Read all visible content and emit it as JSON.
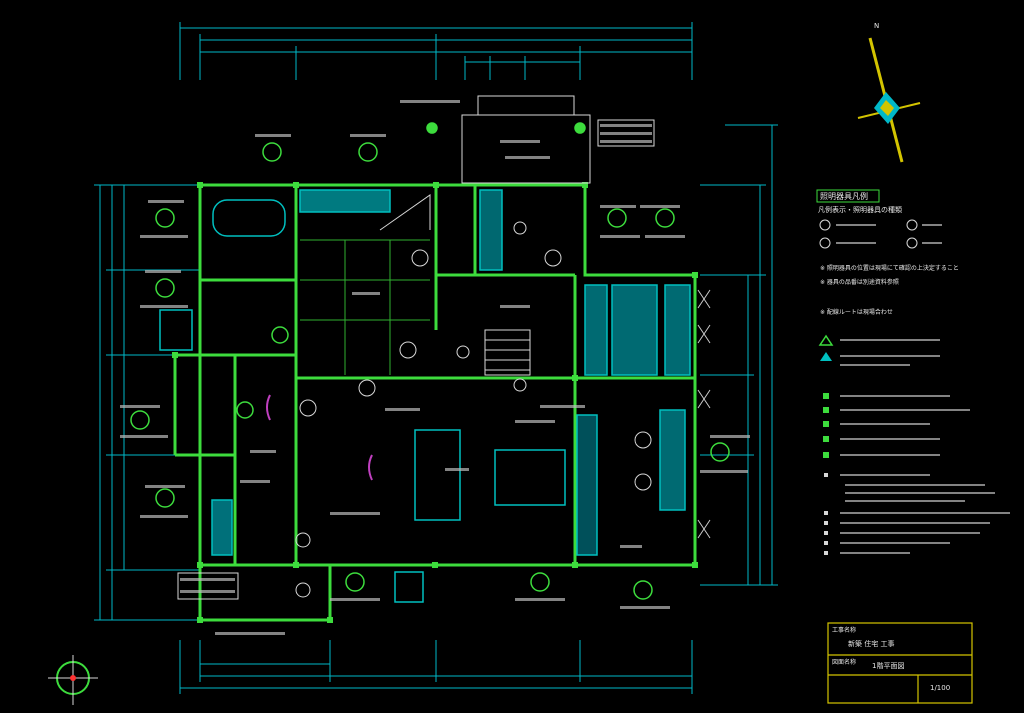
{
  "colors": {
    "background": "#000000",
    "dimension": "#00b8c8",
    "wall": "#3ddc3d",
    "fixture": "#00c0c0",
    "text": "#e8e8e8",
    "title_block": "#d4c400",
    "north": "#d4c400",
    "accent": "#c040c0"
  },
  "legend": {
    "title": "照明器具凡例",
    "subtitle": "凡例表示・照明器具の種類",
    "notes": [
      "※ 照明器具の位置は現場にて確認の上決定すること",
      "※ 器具の品番は別途資料参照",
      "※ 配線ルートは現場合わせ"
    ]
  },
  "title_block": {
    "label_project": "工事名称",
    "project": "新築 住宅 工事",
    "label_drawing": "図面名称",
    "drawing": "1階平面図",
    "scale": "1/100"
  },
  "compass": {
    "label": "N"
  },
  "icons": {
    "north": "north-arrow-icon",
    "compass_small": "compass-icon"
  }
}
